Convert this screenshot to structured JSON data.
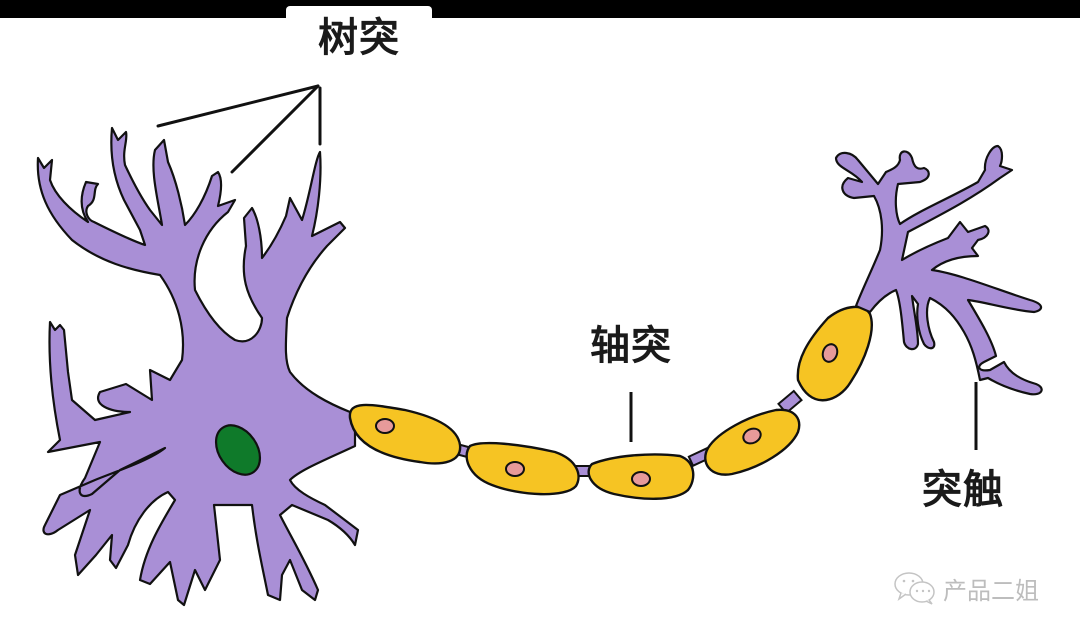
{
  "labels": {
    "dendrite": "树突",
    "axon": "轴突",
    "synapse": "突触"
  },
  "watermark": {
    "icon": "wechat-icon",
    "text": "产品二姐"
  },
  "colors": {
    "cell_body": "#a98fd6",
    "myelin": "#f6c423",
    "nucleus": "#0f7a2a",
    "sheath_nucleus": "#e79a9a",
    "outline": "#111111",
    "top_band": "#000000"
  }
}
